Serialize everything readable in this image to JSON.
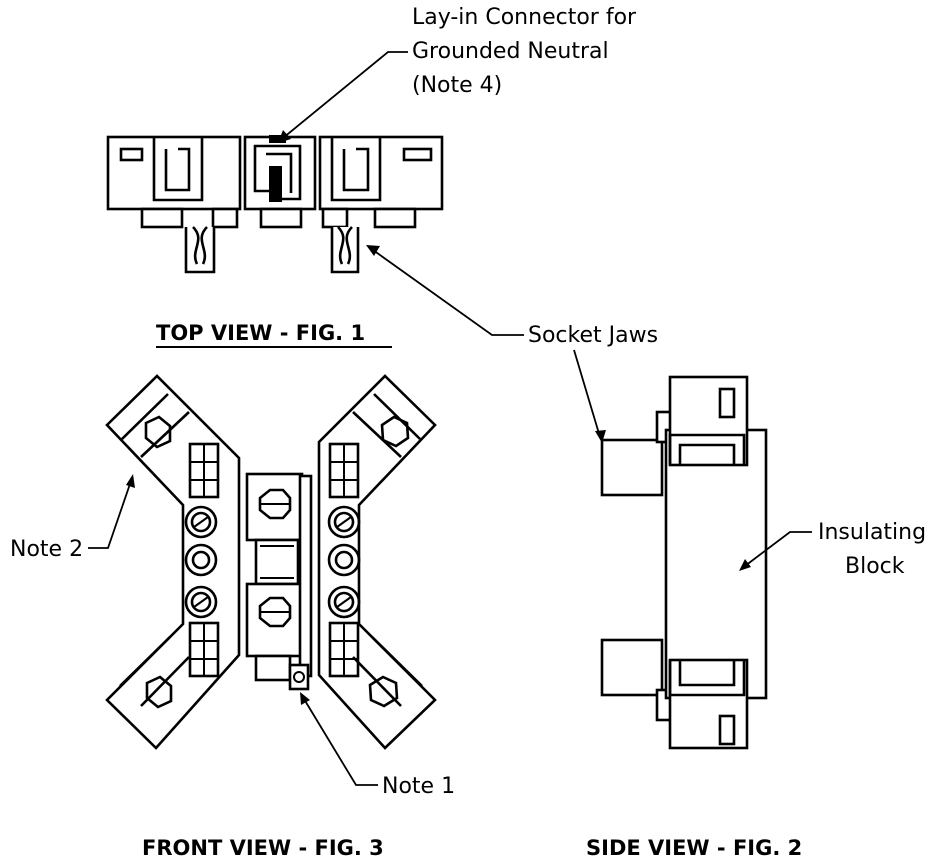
{
  "callouts": {
    "lay_in_line1": "Lay-in Connector for",
    "lay_in_line2": "Grounded Neutral",
    "lay_in_line3": "(Note 4)",
    "socket_jaws": "Socket Jaws",
    "insulating_line1": "Insulating",
    "insulating_line2": "Block",
    "note1": "Note 1",
    "note2": "Note 2"
  },
  "captions": {
    "top_view": "TOP VIEW - FIG. 1",
    "front_view": "FRONT VIEW - FIG. 3",
    "side_view": "SIDE VIEW - FIG. 2"
  },
  "colors": {
    "line": "#000000",
    "background": "#ffffff"
  }
}
